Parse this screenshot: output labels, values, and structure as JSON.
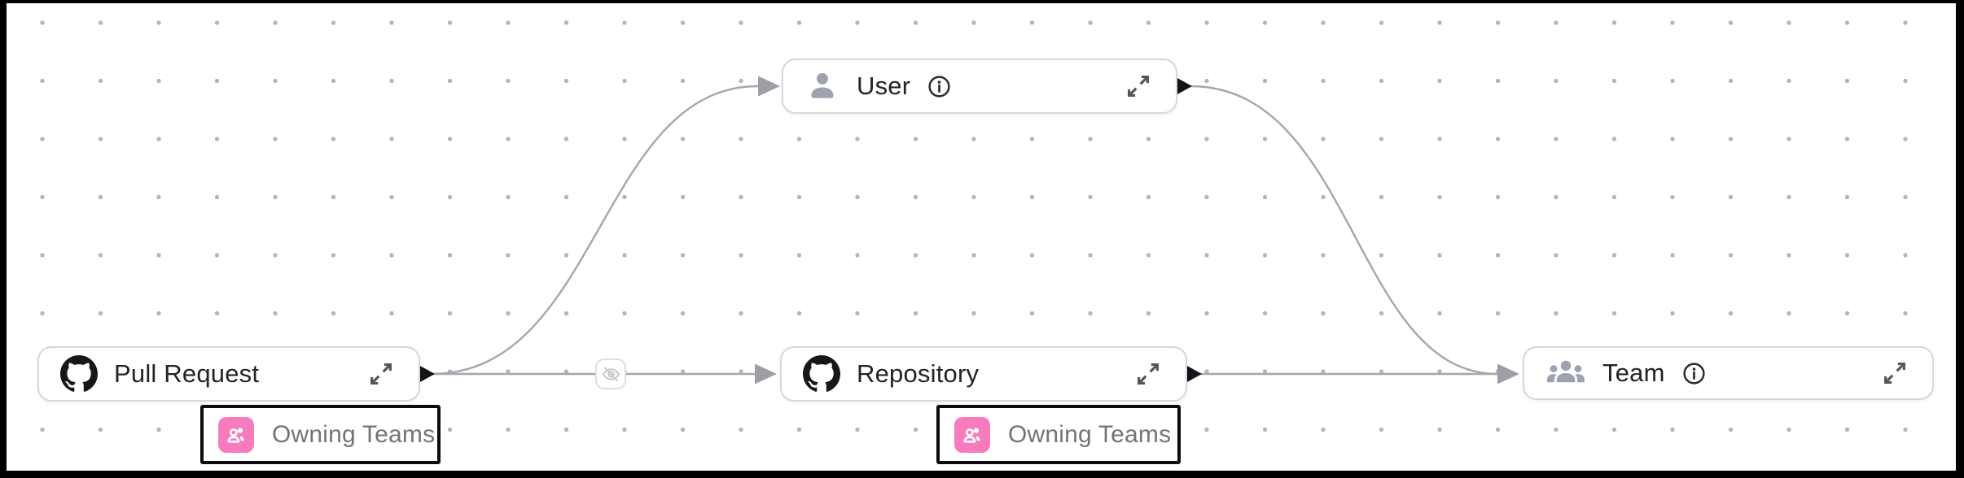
{
  "diagram": {
    "nodes": [
      {
        "id": "pull-request",
        "label": "Pull Request",
        "icon": "github-icon",
        "has_info": false,
        "has_expand": true
      },
      {
        "id": "user",
        "label": "User",
        "icon": "person-icon",
        "has_info": true,
        "has_expand": true
      },
      {
        "id": "repository",
        "label": "Repository",
        "icon": "github-icon",
        "has_info": false,
        "has_expand": true
      },
      {
        "id": "team",
        "label": "Team",
        "icon": "people-group-icon",
        "has_info": true,
        "has_expand": true
      }
    ],
    "edges": [
      {
        "from": "pull-request",
        "to": "user"
      },
      {
        "from": "pull-request",
        "to": "repository",
        "mid_icon": "visibility-off-icon"
      },
      {
        "from": "user",
        "to": "team"
      },
      {
        "from": "repository",
        "to": "team"
      }
    ],
    "badges": [
      {
        "attached_to": "pull-request",
        "label": "Owning Teams",
        "icon": "owning-teams-icon",
        "selected": true
      },
      {
        "attached_to": "repository",
        "label": "Owning Teams",
        "icon": "owning-teams-icon",
        "selected": true
      }
    ],
    "colors": {
      "edge": "#a6a6af",
      "arrowhead": "#9e9ea7",
      "source_handle": "#141418",
      "node_border": "#d6d6dc",
      "node_label": "#232329",
      "gray_icon": "#9ca3af",
      "github_icon": "#17171b",
      "badge_border": "#0b0b0b",
      "badge_label": "#73737b",
      "badge_pink": "#f87bbe",
      "grid_dot": "#b5b5ba"
    }
  }
}
